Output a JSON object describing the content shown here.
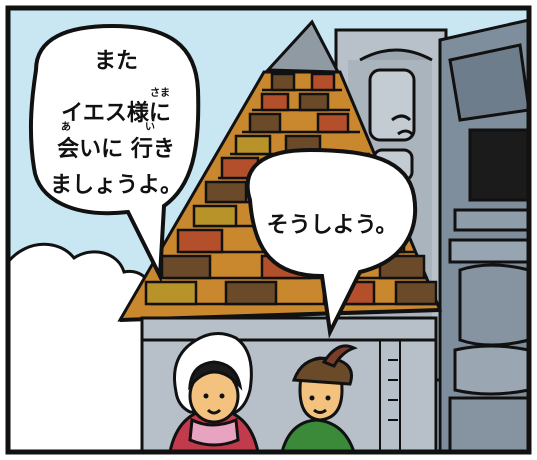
{
  "bubbles": {
    "left": {
      "lines": [
        "また",
        "イエス様に",
        "会いに 行き",
        "ましょうよ。"
      ],
      "ruby": [
        {
          "text": "さま",
          "base": "様"
        },
        {
          "text": "あ",
          "base": "会"
        },
        {
          "text": "い",
          "base": "行"
        }
      ]
    },
    "right": {
      "text": "そうしよう。"
    }
  }
}
